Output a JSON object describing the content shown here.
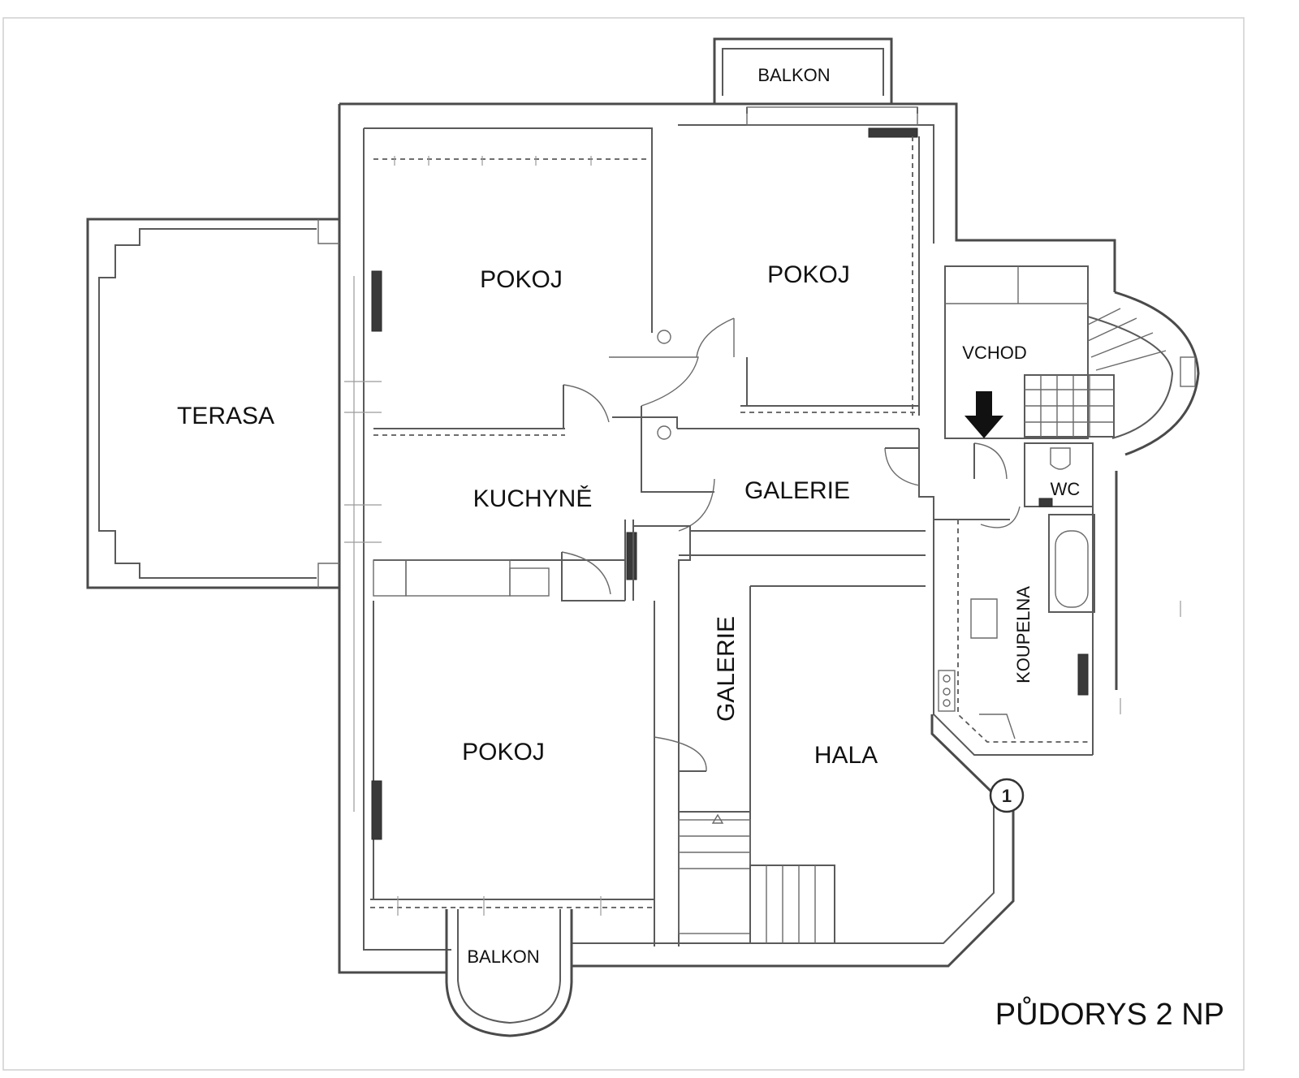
{
  "title": "PŮDORYS 2 NP",
  "marker": "1",
  "rooms": {
    "balkon_top": "BALKON",
    "pokoj_left": "POKOJ",
    "pokoj_right": "POKOJ",
    "terasa": "TERASA",
    "vchod": "VCHOD",
    "kuchyne": "KUCHYNĚ",
    "galerie_h": "GALERIE",
    "wc": "WC",
    "koupelna": "KOUPELNA",
    "galerie_v": "GALERIE",
    "pokoj_bottom": "POKOJ",
    "hala": "HALA",
    "balkon_bottom": "BALKON"
  }
}
